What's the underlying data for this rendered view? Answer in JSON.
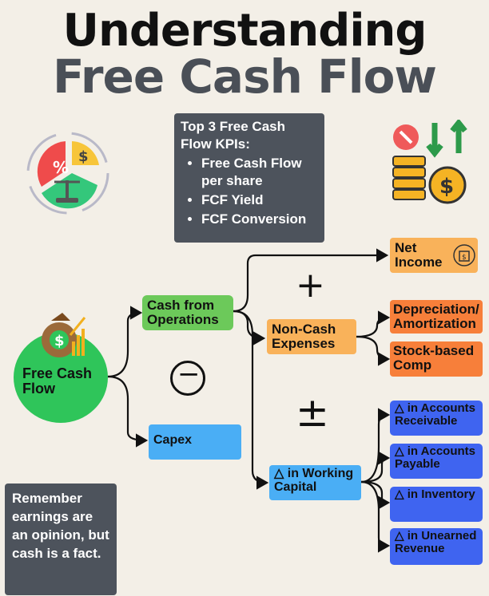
{
  "title": {
    "line1": "Understanding",
    "line2": "Free Cash Flow"
  },
  "kpi_box": {
    "heading": "Top 3 Free Cash Flow KPIs:",
    "items": [
      "Free Cash Flow per share",
      "FCF Yield",
      "FCF Conversion"
    ]
  },
  "root": {
    "label": "Free Cash Flow"
  },
  "nodes": {
    "cash_from_operations": "Cash from Operations",
    "capex": "Capex",
    "net_income": "Net Income",
    "non_cash_expenses": "Non-Cash Expenses",
    "depreciation": "Depreciation/ Amortization",
    "stock_comp": "Stock-based Comp",
    "working_capital": "△ in Working Capital",
    "accounts_receivable": "△ in Accounts Receivable",
    "accounts_payable": "△ in Accounts Payable",
    "inventory": "△ in Inventory",
    "unearned_revenue": "△ in Unearned Revenue"
  },
  "operators": {
    "plus": "+",
    "minus": "−",
    "plus_minus": "±"
  },
  "quote": "Remember earnings are an opinion, but cash is a fact.",
  "colors": {
    "green": "#6cc95a",
    "orange": "#f9b25a",
    "dark_orange": "#f77f3a",
    "blue": "#4aaef5",
    "navy": "#3f64f0",
    "grey": "#4d535c",
    "background": "#f3efe7"
  },
  "icons": [
    "pie-chart-icon",
    "coins-arrows-icon",
    "money-bag-icon",
    "income-doc-icon"
  ]
}
